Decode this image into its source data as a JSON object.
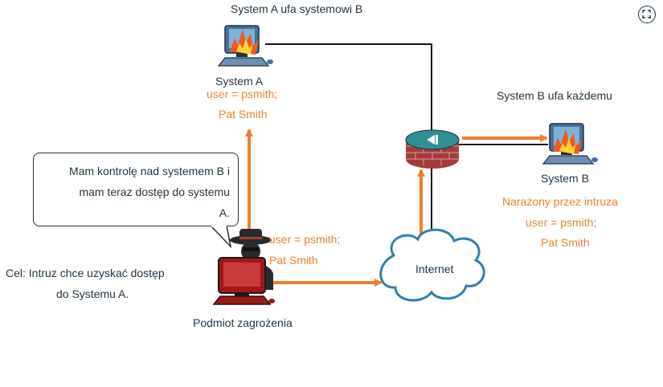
{
  "diagram": {
    "title_a": "System A ufa systemowi B",
    "title_b": "System B ufa każdemu",
    "system_a": {
      "label": "System A",
      "cred_user": "user = psmith;",
      "cred_name": "Pat Smith"
    },
    "system_b": {
      "label": "System B",
      "status": "Narażony przez intruza",
      "cred_user": "user = psmith;",
      "cred_name": "Pat Smith"
    },
    "attacker": {
      "label": "Podmiot zagrożenia",
      "cred_user": "user = psmith;",
      "cred_name": "Pat Smith"
    },
    "internet_label": "Internet",
    "goal": {
      "line1": "Cel: Intruz chce uzyskać dostęp",
      "line2": "do Systemu A."
    },
    "bubble": {
      "line1": "Mam kontrolę nad systemem B i",
      "line2": "mam teraz dostęp do systemu",
      "line3": "A."
    },
    "colors": {
      "orange": "#f07f2e",
      "dark": "#1f3340",
      "cloud": "#2f7fb0",
      "router": "#a63a3a",
      "monitor": "#4a6f9a"
    },
    "icons": {
      "expand": "expand-icon",
      "computer": "computer-icon",
      "router": "firewall-router-icon",
      "cloud": "cloud-icon",
      "hacker": "hacker-icon",
      "fire": "fire-icon"
    }
  }
}
